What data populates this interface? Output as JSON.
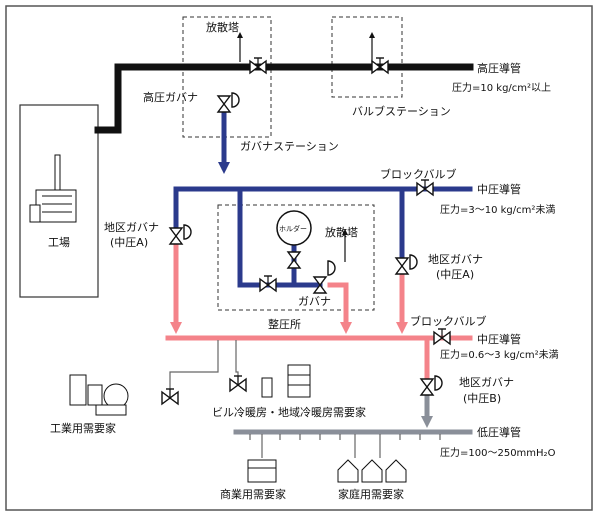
{
  "labels": {
    "hoyu_tower_top": "放散塔",
    "high_pressure_governor": "高圧ガバナ",
    "governor_station": "ガバナステーション",
    "valve_station": "バルブステーション",
    "high_pressure_pipe": "高圧導管",
    "high_pressure_spec": "圧力=10 kg/cm²以上",
    "factory": "工場",
    "block_valve_1": "ブロックバルブ",
    "medium_pressure_pipe_1": "中圧導管",
    "medium_pressure_spec_1": "圧力=3～10 kg/cm²未満",
    "district_governor_left": "地区ガバナ",
    "district_governor_left_sub": "(中圧A)",
    "holder": "ホルダー",
    "hoyu_tower_mid": "放散塔",
    "district_governor_right": "地区ガバナ",
    "district_governor_right_sub": "(中圧A)",
    "governor": "ガバナ",
    "regulator_station": "整圧所",
    "block_valve_2": "ブロックバルブ",
    "medium_pressure_pipe_2": "中圧導管",
    "medium_pressure_spec_2": "圧力=0.6～3 kg/cm²未満",
    "district_governor_b": "地区ガバナ",
    "district_governor_b_sub": "(中圧B)",
    "industrial_consumer": "工業用需要家",
    "building_consumer": "ビル冷暖房・地域冷暖房需要家",
    "low_pressure_pipe": "低圧導管",
    "low_pressure_spec": "圧力=100～250mmH₂O",
    "commercial_consumer": "商業用需要家",
    "household_consumer": "家庭用需要家"
  },
  "colors": {
    "high_pressure": "#111111",
    "medium_pressure_a": "#2b3a8c",
    "medium_pressure_b": "#f4838a",
    "low_pressure": "#8a8f99"
  }
}
